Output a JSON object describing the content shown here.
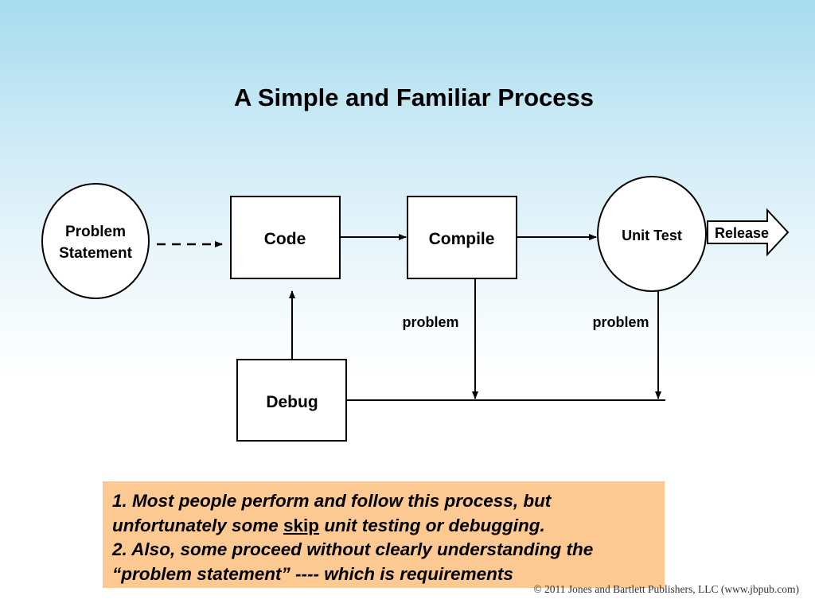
{
  "title": "A Simple and Familiar Process",
  "nodes": {
    "problem_statement": [
      "Problem",
      "Statement"
    ],
    "code": "Code",
    "compile": "Compile",
    "unit_test": "Unit Test",
    "release": "Release",
    "debug": "Debug"
  },
  "edge_labels": {
    "compile_problem": "problem",
    "unit_test_problem": "problem"
  },
  "note": {
    "line1": "1. Most people perform and follow this process, but",
    "line2_before": "unfortunately some ",
    "line2_emphasis": "skip",
    "line2_after": " unit testing or debugging.",
    "line3": "2. Also, some proceed without clearly understanding the",
    "line4": "“problem statement” ---- which is requirements"
  },
  "copyright": "© 2011 Jones and Bartlett Publishers, LLC (www.jbpub.com)"
}
